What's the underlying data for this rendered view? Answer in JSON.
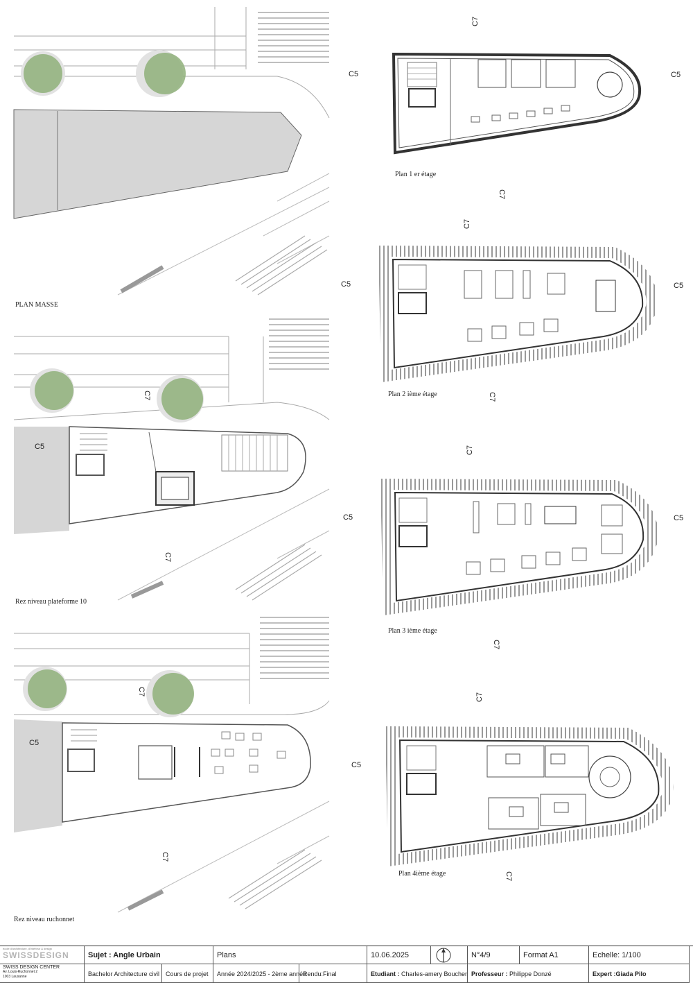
{
  "captions": {
    "plan_masse": "PLAN MASSE",
    "rez_plateforme": "Rez niveau plateforme 10",
    "rez_ruchonnet": "Rez niveau ruchonnet",
    "plan_1": "Plan 1 er étage",
    "plan_2": "Plan 2 ième étage",
    "plan_3": "Plan 3 ième étage",
    "plan_4": "Plan 4ième étage"
  },
  "section_marks": {
    "c5": "C5",
    "c7": "C7"
  },
  "colors": {
    "tree": "#8fb07a",
    "building_fill": "#d6d6d6",
    "line": "#444444",
    "light_line": "#bbbbbb"
  },
  "title_block": {
    "school_tagline": "école d'architecture, d'intérieur & design",
    "logo_text": "SWISSDESIGN",
    "school_name": "SWISS DESIGN CENTER",
    "address_1": "Av. Louis-Ruchonnet 2",
    "address_2": "1003 Lausanne",
    "sujet": "Sujet : Angle Urbain",
    "program": "Bachelor Architecture civil",
    "course": "Cours de projet",
    "plans": "Plans",
    "year": "Année 2024/2025 - 2ème année",
    "rendu": "Rendu:Final",
    "date": "10.06.2025",
    "student_label": "Etudiant :",
    "student": "Charles-amery Boucher",
    "sheet": "N°4/9",
    "format": "Format A1",
    "professor_label": "Professeur :",
    "professor": "Philippe Donzé",
    "scale": "Echelle:  1/100",
    "expert_label": "Expert :",
    "expert": "Giada Pilo",
    "north_icon": "north-arrow-icon"
  }
}
